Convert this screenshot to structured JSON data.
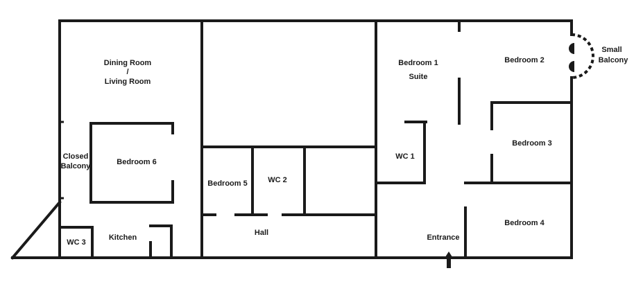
{
  "plan": {
    "rooms": {
      "dining_line1": "Dining Room",
      "dining_line2": "/",
      "dining_line3": "Living Room",
      "closed_balcony_line1": "Closed",
      "closed_balcony_line2": "Balcony",
      "bedroom6": "Bedroom 6",
      "wc3": "WC 3",
      "kitchen": "Kitchen",
      "bedroom5": "Bedroom 5",
      "wc2": "WC 2",
      "hall": "Hall",
      "bedroom1_line1": "Bedroom 1",
      "bedroom1_line2": "Suite",
      "wc1": "WC 1",
      "bedroom2": "Bedroom 2",
      "bedroom3": "Bedroom 3",
      "bedroom4": "Bedroom 4",
      "entrance": "Entrance",
      "small_balcony_line1": "Small",
      "small_balcony_line2": "Balcony"
    },
    "icons": {
      "entrance": "arrow-up-icon",
      "door_swing": "half-circle-icon"
    },
    "colors": {
      "wall": "#1a1a1a",
      "background": "#ffffff"
    }
  }
}
